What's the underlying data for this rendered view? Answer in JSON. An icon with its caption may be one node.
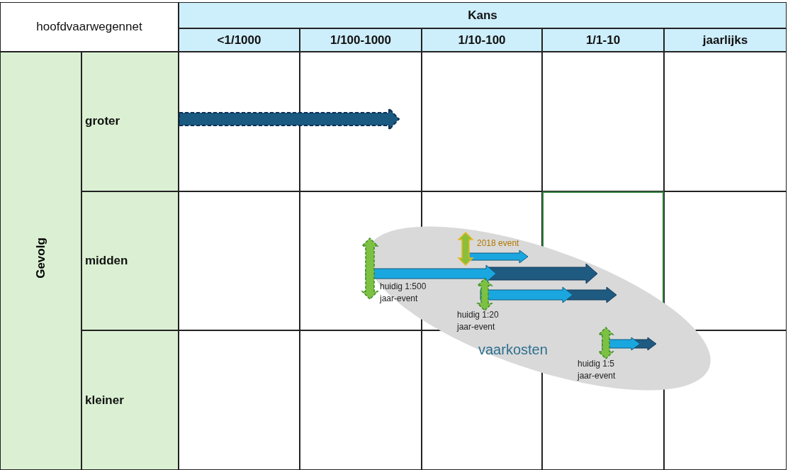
{
  "diagram": {
    "nodes": [
      {
        "text": [
          "vaarkosten"
        ]
      }
    ],
    "labels": [
      "hoofdvaarwegennet",
      "Kans",
      "<1/1000",
      "1/100-1000",
      "1/10-100",
      "1/1-10",
      "jaarlijks",
      "Gevolg",
      "groter",
      "midden",
      "kleiner",
      "2018 event",
      "huidig 1:500 jaar-event",
      "huidig 1:20 jaar-event",
      "huidig 1:5 jaar-event"
    ]
  }
}
